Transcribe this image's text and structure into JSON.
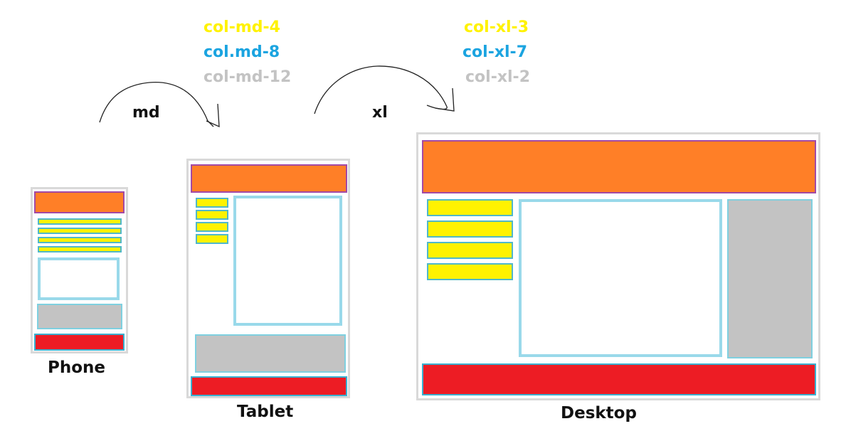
{
  "colors": {
    "yellow": "#fff200",
    "blue": "#1ba4e0",
    "gray": "#c3c3c3",
    "orange": "#ff7f27",
    "red": "#ed1c24",
    "purple": "#a349a4",
    "light_blue": "#99d9ea"
  },
  "md_classes": [
    "col-md-4",
    "col.md-8",
    "col-md-12"
  ],
  "xl_classes": [
    "col-xl-3",
    "col-xl-7",
    "col-xl-2"
  ],
  "breakpoints": {
    "md": "md",
    "xl": "xl"
  },
  "devices": {
    "phone": "Phone",
    "tablet": "Tablet",
    "desktop": "Desktop"
  },
  "icons": [
    "curved-arrow-icon",
    "curved-arrow-icon"
  ]
}
